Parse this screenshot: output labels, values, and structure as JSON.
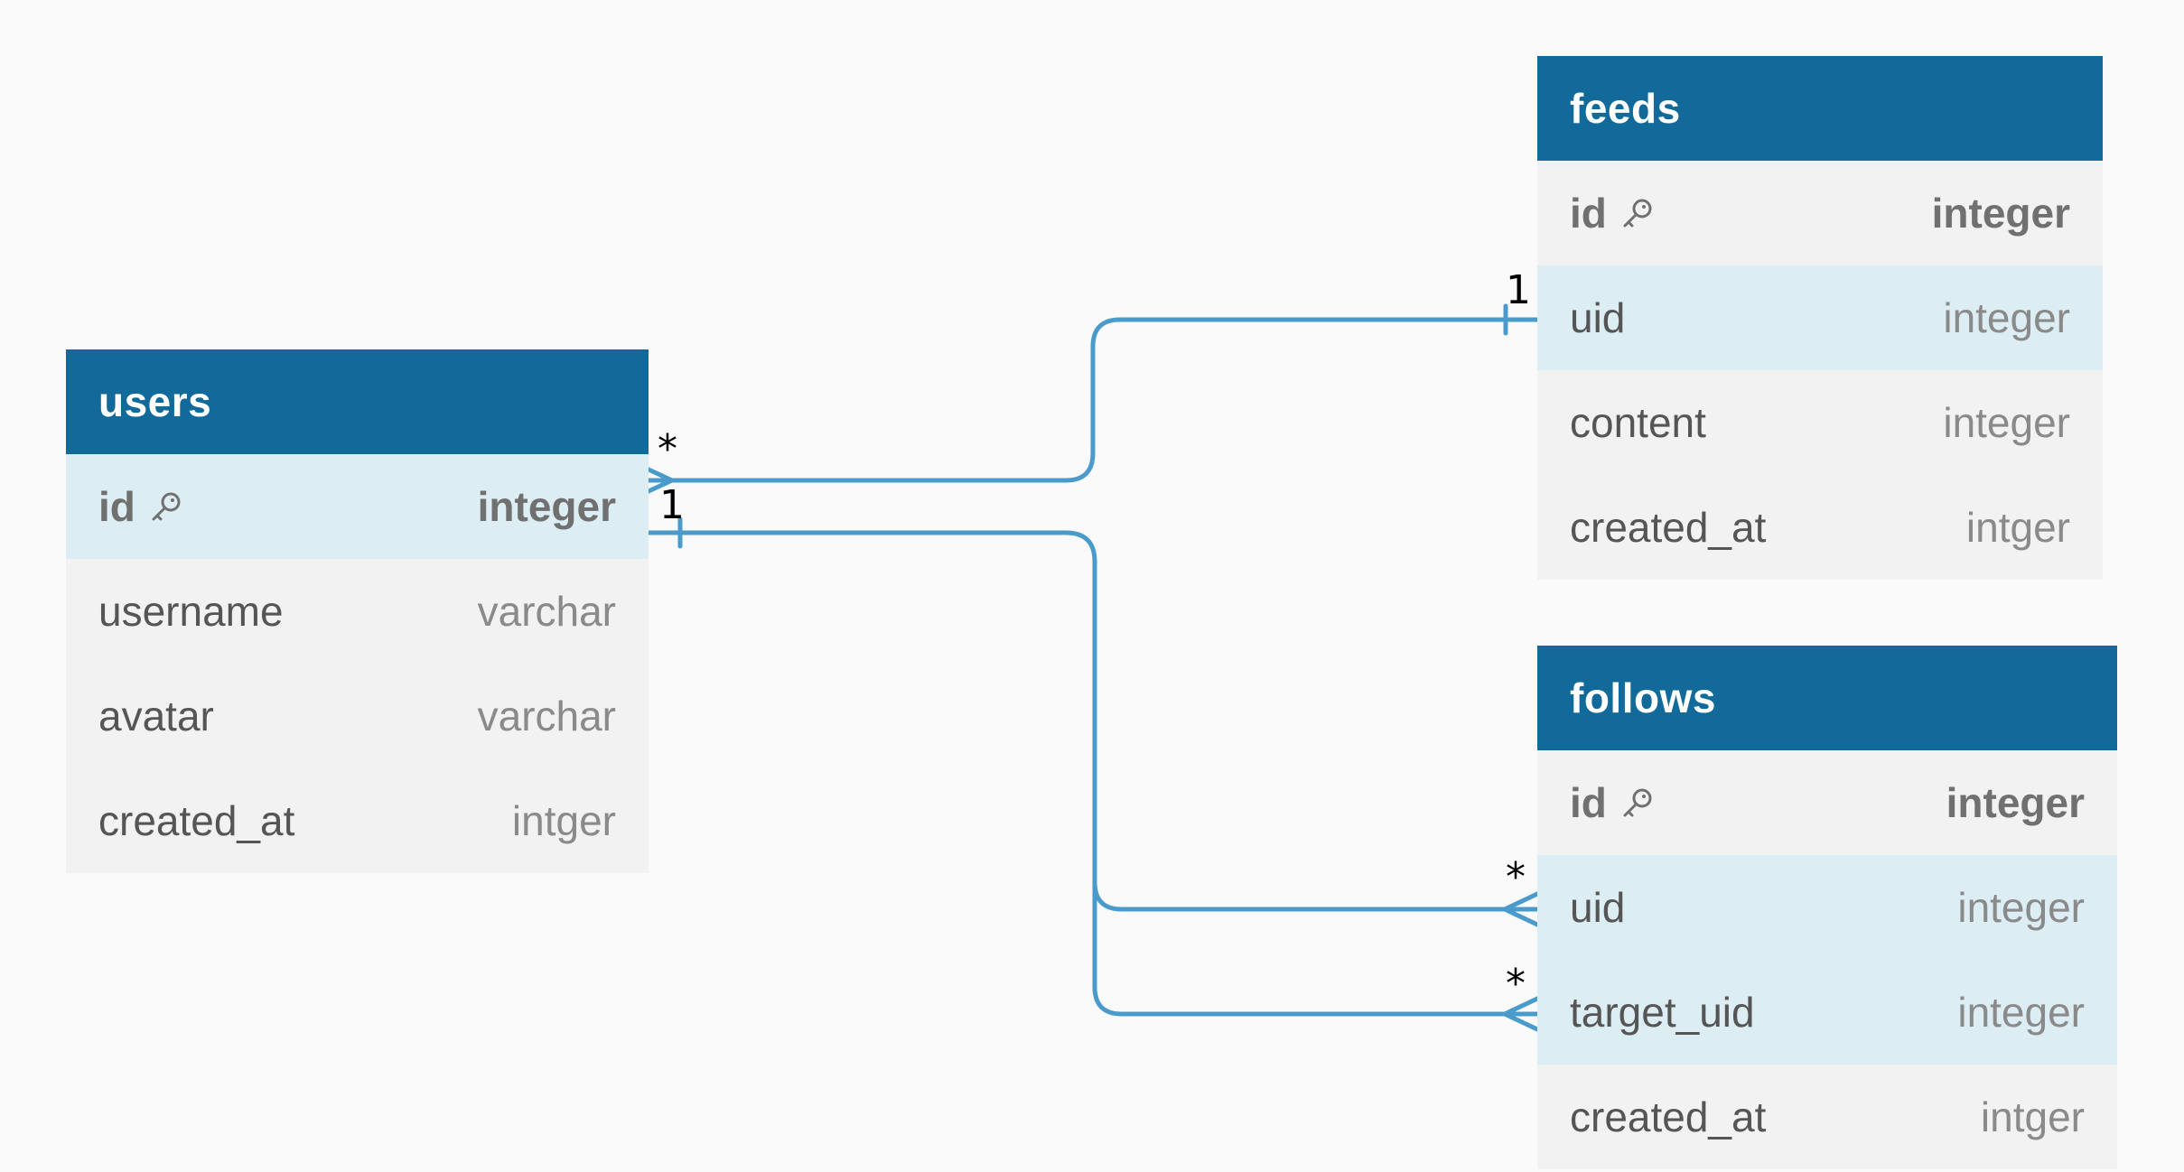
{
  "tables": {
    "users": {
      "name": "users",
      "fields": [
        {
          "name": "id",
          "type": "integer",
          "pk": true,
          "highlighted": true
        },
        {
          "name": "username",
          "type": "varchar"
        },
        {
          "name": "avatar",
          "type": "varchar"
        },
        {
          "name": "created_at",
          "type": "intger"
        }
      ]
    },
    "feeds": {
      "name": "feeds",
      "fields": [
        {
          "name": "id",
          "type": "integer",
          "pk": true
        },
        {
          "name": "uid",
          "type": "integer",
          "highlighted": true
        },
        {
          "name": "content",
          "type": "integer"
        },
        {
          "name": "created_at",
          "type": "intger"
        }
      ]
    },
    "follows": {
      "name": "follows",
      "fields": [
        {
          "name": "id",
          "type": "integer",
          "pk": true
        },
        {
          "name": "uid",
          "type": "integer",
          "highlighted": true
        },
        {
          "name": "target_uid",
          "type": "integer",
          "highlighted": true
        },
        {
          "name": "created_at",
          "type": "intger"
        }
      ]
    }
  },
  "relationships": [
    {
      "from": "users.id",
      "from_card": "*",
      "to": "feeds.uid",
      "to_card": "1"
    },
    {
      "from": "users.id",
      "from_card": "1",
      "to": "follows.uid",
      "to_card": "*"
    },
    {
      "from": "users.id",
      "from_card": "1",
      "to": "follows.target_uid",
      "to_card": "*"
    }
  ],
  "cardinality_labels": {
    "users_star": "*",
    "users_one": "1",
    "feeds_one": "1",
    "follows_uid_star": "*",
    "follows_target_star": "*"
  },
  "colors": {
    "header": "#116a9a",
    "link": "#4a9bcc",
    "highlight_row": "#dcedf3",
    "table_body": "#f2f2f2"
  },
  "icons": {
    "primary_key": "key-icon"
  }
}
